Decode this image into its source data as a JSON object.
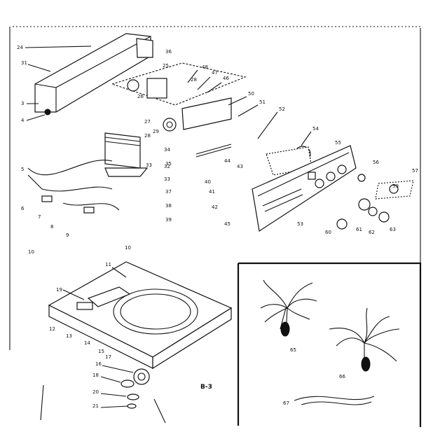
{
  "figure_label": "B-3",
  "labels": {
    "top_console": [
      "24",
      "31",
      "3",
      "4",
      "28",
      "29",
      "36",
      "35",
      "37",
      "38",
      "39"
    ],
    "panel_parts": [
      "25",
      "26",
      "27",
      "28",
      "48",
      "47",
      "46",
      "50",
      "51",
      "52",
      "54",
      "33"
    ],
    "wiring_parts": [
      "5",
      "6",
      "7",
      "8",
      "9",
      "10"
    ],
    "switches": [
      "34",
      "32",
      "33",
      "44",
      "43",
      "40",
      "41",
      "42",
      "45",
      "53",
      "57",
      "59",
      "60",
      "61",
      "62",
      "63",
      "56",
      "55"
    ],
    "top_assembly": [
      "10",
      "11",
      "12",
      "13",
      "14",
      "15",
      "16",
      "17",
      "18",
      "19",
      "20",
      "21"
    ],
    "harness": [
      "65",
      "66",
      "67"
    ]
  }
}
